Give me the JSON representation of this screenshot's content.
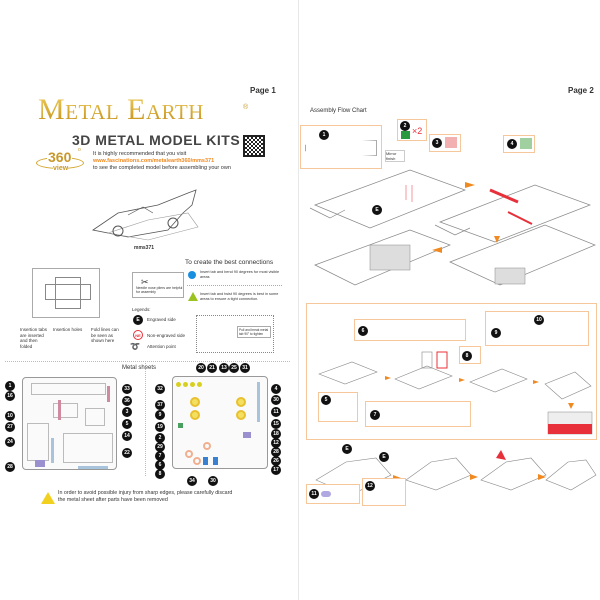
{
  "page1": {
    "page_label": "Page 1",
    "brand": "Metal Earth",
    "registered": "®",
    "subtitle": "3D METAL MODEL KITS",
    "badge_number": "360",
    "badge_degree": "o",
    "badge_word": "view",
    "visit_line1": "It is highly recommended that you visit",
    "visit_url": "www.fascinations.com/metalearth360/mms371",
    "visit_line2": "to see the completed model before assembling your own",
    "model_code": "mms371",
    "diagram_labels": [
      "Insertion tabs are inserted and then folded",
      "Insertion holes",
      "Fold lines can be seen as shown here"
    ],
    "pliers_note": "Needle nose pliers are helpful for assembly",
    "legends_title": "Legends:",
    "legend_items": [
      {
        "badge": "E",
        "label": "Engraved side"
      },
      {
        "badge": "NE",
        "label": "Non-engraved side"
      },
      {
        "badge": "",
        "label": "Attention point"
      }
    ],
    "connections_title": "To create the best connections",
    "connection_tips": [
      "Insert tab and bend 90 degrees for most visible areas",
      "Insert tab and twist 90 degrees is best in some areas to ensure a tight connection."
    ],
    "twist_note": "Pull and break metal tab 90° to tighten",
    "metal_sheets_title": "Metal sheets",
    "sheet_left_numbers_left": [
      "1",
      "16",
      "10",
      "27",
      "24",
      "28"
    ],
    "sheet_left_numbers_right": [
      "33",
      "36",
      "3",
      "5",
      "14",
      "22"
    ],
    "sheet_right_numbers_top": [
      "20",
      "21",
      "13",
      "25",
      "31"
    ],
    "sheet_right_numbers_left": [
      "32",
      "37",
      "9",
      "19",
      "2",
      "29",
      "7",
      "6",
      "8"
    ],
    "sheet_right_numbers_right": [
      "4",
      "30",
      "11",
      "15",
      "18",
      "12",
      "28",
      "26",
      "17"
    ],
    "sheet_right_numbers_bottom": [
      "34",
      "30"
    ],
    "warning": "In order to avoid possible injury from sharp edges, please carefully discard the metal sheet after parts have been removed"
  },
  "page2": {
    "page_label": "Page 2",
    "title": "Assembly Flow Chart",
    "multiplier": "×2",
    "mirror_label": "Mirror finish",
    "engraved_badge": "E",
    "steps": [
      "1",
      "2",
      "3",
      "4",
      "5",
      "6",
      "7",
      "8",
      "9",
      "10",
      "11",
      "12"
    ]
  },
  "colors": {
    "gold": "#d4a830",
    "orange": "#f08a20",
    "red": "#e8303a",
    "blue": "#1a8fe0",
    "green": "#9ac220"
  }
}
